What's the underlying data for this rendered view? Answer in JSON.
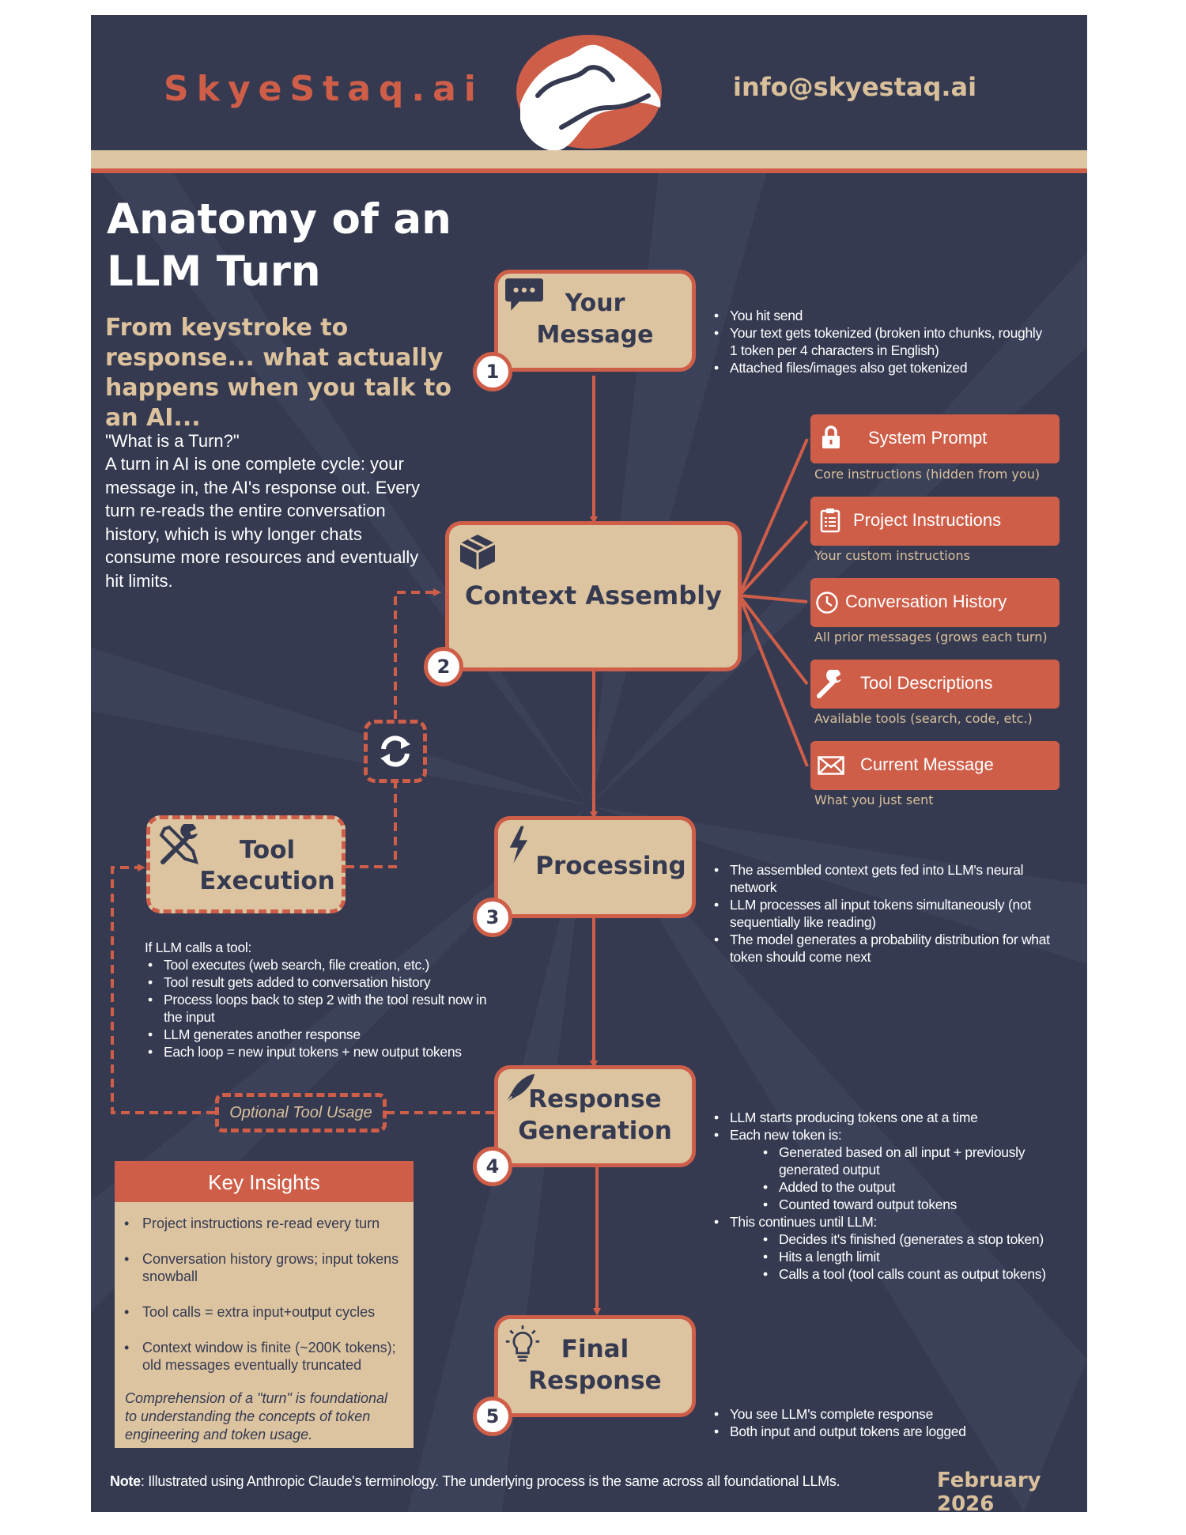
{
  "header": {
    "brand": "SkyeStaq.ai",
    "email": "info@skyestaq.ai",
    "logo_icon": "mountain-logo-icon"
  },
  "title": {
    "line1": "Anatomy of an",
    "line2": "LLM Turn",
    "subtitle": "From keystroke to response... what actually happens when you talk to an AI...",
    "question": "\"What is a Turn?\"",
    "body": "A turn in AI is one complete cycle: your message in, the AI's response out. Every turn re-reads the entire conversation history, which is why longer chats consume more resources and eventually hit limits."
  },
  "steps": [
    {
      "number": "1",
      "label_line1": "Your",
      "label_line2": "Message",
      "icon": "chat-bubble-icon",
      "bullets": [
        "You hit send",
        "Your text gets tokenized (broken into chunks, roughly 1 token per 4 characters in English)",
        "Attached files/images also get tokenized"
      ]
    },
    {
      "number": "2",
      "label_line1": "Context Assembly",
      "icon": "box-icon"
    },
    {
      "number": "3",
      "label_line1": "Processing",
      "icon": "lightning-icon",
      "bullets": [
        "The assembled context gets fed into LLM's neural network",
        "LLM processes all input tokens simultaneously (not sequentially like reading)",
        "The model generates a probability distribution for what token should come next"
      ]
    },
    {
      "number": "4",
      "label_line1": "Response",
      "label_line2": "Generation",
      "icon": "pen-nib-icon",
      "bullets": [
        "LLM starts producing tokens one at a time",
        "Each new token is:"
      ],
      "sub_bullets_a": [
        "Generated based on all input + previously generated output",
        "Added to the output",
        "Counted toward output tokens"
      ],
      "bullet_mid": "This continues until LLM:",
      "sub_bullets_b": [
        "Decides it's finished (generates a stop token)",
        "Hits a length limit",
        "Calls a tool (tool calls count as output tokens)"
      ]
    },
    {
      "number": "5",
      "label_line1": "Final",
      "label_line2": "Response",
      "icon": "lightbulb-icon",
      "bullets": [
        "You see LLM's complete response",
        "Both input and output tokens are logged"
      ]
    }
  ],
  "context_components": [
    {
      "label": "System Prompt",
      "sub": "Core instructions (hidden from you)",
      "icon": "lock-icon"
    },
    {
      "label": "Project Instructions",
      "sub": "Your custom instructions",
      "icon": "clipboard-icon"
    },
    {
      "label": "Conversation History",
      "sub": "All prior messages (grows each turn)",
      "icon": "clock-icon"
    },
    {
      "label": "Tool Descriptions",
      "sub": "Available tools (search, code, etc.)",
      "icon": "wrench-icon"
    },
    {
      "label": "Current Message",
      "sub": "What you just sent",
      "icon": "envelope-icon"
    }
  ],
  "tool": {
    "label_line1": "Tool",
    "label_line2": "Execution",
    "icon": "tools-icon",
    "loop_icon": "refresh-icon",
    "optional_label": "Optional Tool Usage",
    "intro": "If LLM calls a tool:",
    "bullets": [
      "Tool executes (web search, file creation, etc.)",
      "Tool result gets added to conversation history",
      "Process loops back to step 2 with the tool result now in the input",
      "LLM generates another response",
      "Each loop = new input tokens + new output tokens"
    ]
  },
  "insights": {
    "title": "Key Insights",
    "items": [
      "Project instructions re-read every turn",
      "Conversation history grows; input tokens snowball",
      "Tool calls = extra input+output cycles",
      "Context window is finite (~200K tokens); old messages eventually truncated"
    ],
    "footer": "Comprehension of a \"turn\" is foundational to understanding the concepts of token engineering and token usage."
  },
  "footer": {
    "note_label": "Note",
    "note_text": ": Illustrated using Anthropic Claude's terminology. The underlying process is the same across all foundational LLMs.",
    "date": "February 2026"
  },
  "colors": {
    "background": "#353a51",
    "accent": "#cf5e49",
    "card": "#dcc4a1",
    "gold_text": "#d9c09b",
    "white": "#ffffff"
  }
}
